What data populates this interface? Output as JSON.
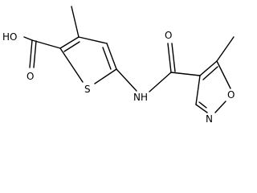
{
  "molecule": {
    "labels": {
      "carboxyl_oh": "HO",
      "carboxyl_o": "O",
      "thiophene_s": "S",
      "amide_nh": "NH",
      "amide_o": "O",
      "isoxazole_o": "O",
      "isoxazole_n": "N"
    }
  },
  "colors": {
    "stroke": "#000000",
    "background": "#ffffff"
  }
}
